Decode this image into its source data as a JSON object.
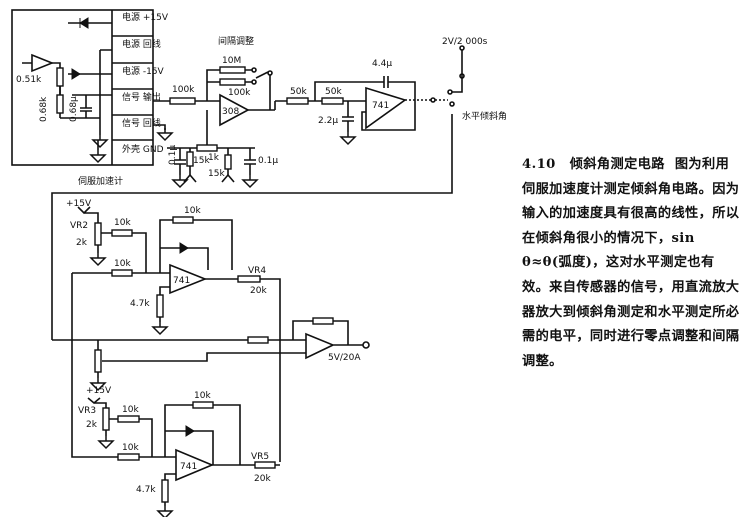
{
  "sensor_box": {
    "terminals": [
      "电源 +15V",
      "电源 回线",
      "电源 -15V",
      "信号 输出",
      "信号 回线",
      "外壳 GND"
    ],
    "caption": "伺服加速计",
    "components": {
      "r1": "0.51k",
      "r2": "0.68k",
      "c1": "0.68μ"
    }
  },
  "top_circuit": {
    "span_adjust_label": "间隔调整",
    "r_in": "100k",
    "r_fb1": "10M",
    "r_fb2": "100k",
    "opamp1": "308",
    "pot": "1k",
    "r_a": "15k",
    "r_b": "15k",
    "c_a": "0.1μ",
    "c_left": "0.1μ",
    "r_f1": "50k",
    "r_f2": "50k",
    "c_f": "2.2μ",
    "c_fb": "4.4μ",
    "opamp2": "741",
    "switch_out1": "2V/2 000s",
    "switch_out2": "水平倾斜角"
  },
  "bottom_circuit": {
    "vplus1": "+15V",
    "vr2": "VR2",
    "vr2_val": "2k",
    "r1": "10k",
    "r2": "10k",
    "r_fb_a": "10k",
    "opamp_a": "741",
    "r_gnd_a": "4.7k",
    "vr4": "VR4",
    "vr4_val": "20k",
    "out_label": "5V/20A",
    "vplus2": "+15V",
    "vr3": "VR3",
    "vr3_val": "2k",
    "r3": "10k",
    "r4": "10k",
    "r_fb_b": "10k",
    "opamp_b": "741",
    "r_gnd_b": "4.7k",
    "vr5": "VR5",
    "vr5_val": "20k"
  },
  "description": {
    "number": "4.10",
    "title": "倾斜角测定电路",
    "body": "图为利用伺服加速度计测定倾斜角电路。因为输入的加速度具有很高的线性，所以在倾斜角很小的情况下，sin θ≈θ(弧度)，这对水平测定也有效。来自传感器的信号，用直流放大器放大到倾斜角测定和水平测定所必需的电平，同时进行零点调整和间隔调整。"
  }
}
